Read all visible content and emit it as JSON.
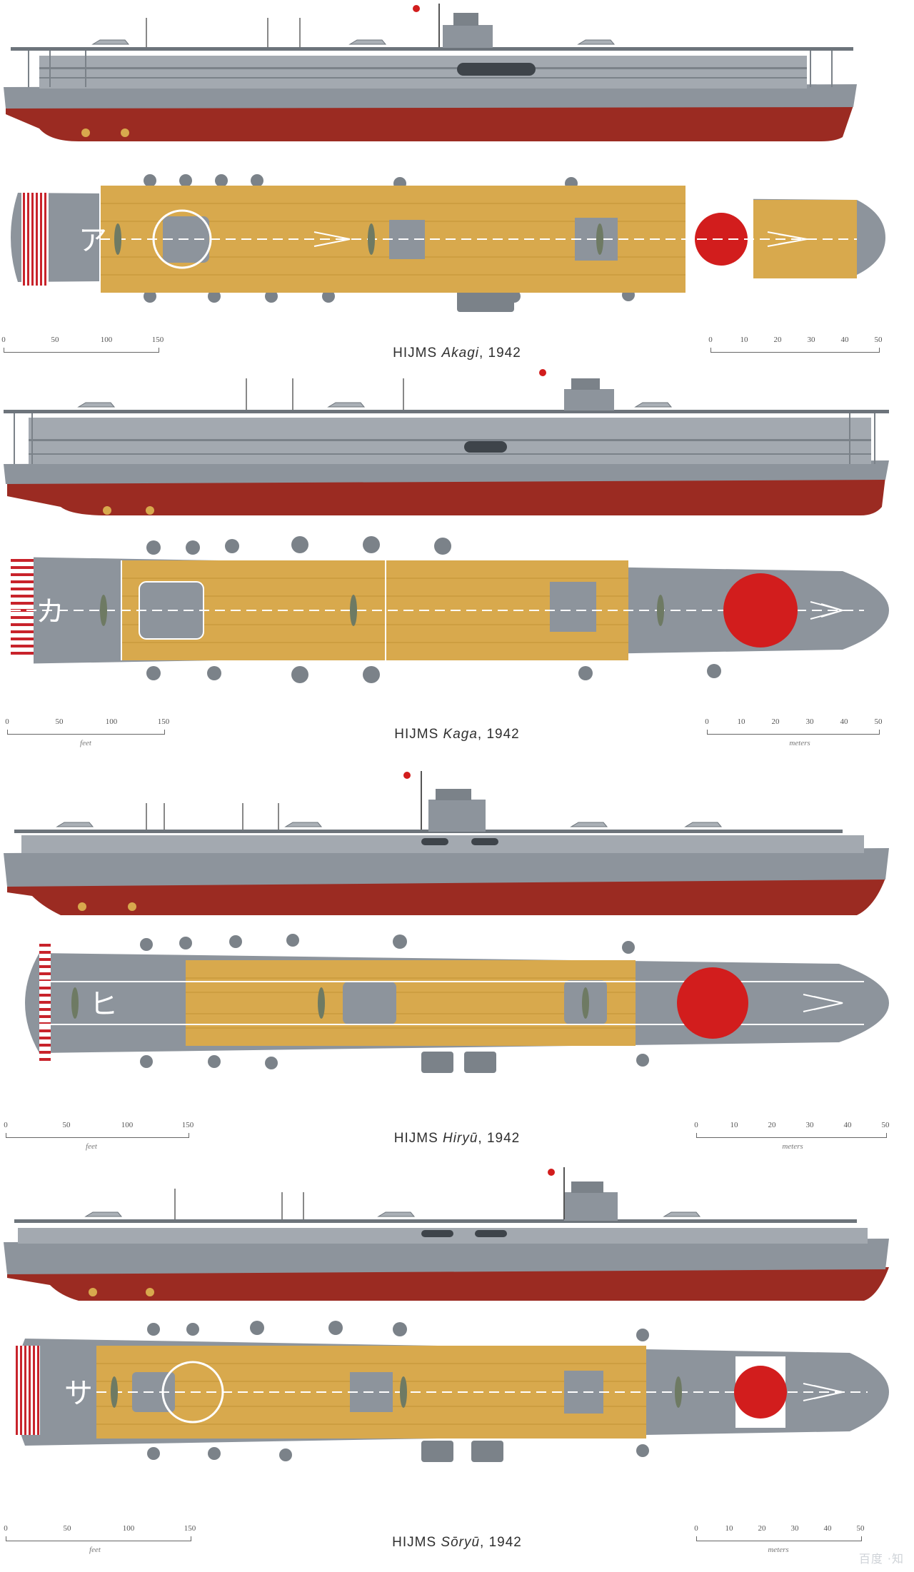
{
  "colors": {
    "hull_grey": "#8d949c",
    "deck_grey": "#a3a9b0",
    "dark_grey": "#5f666e",
    "hull_red": "#9b2b22",
    "flight_deck_wood": "#d8a94d",
    "hinomaru": "#d21d1d",
    "stripe_red": "#c8232b"
  },
  "ships": [
    {
      "prefix": "HIJMS ",
      "name": "Akagi",
      "year": ", 1942",
      "deck_kana": "ア",
      "icons": [
        "ship-profile-icon",
        "flight-deck-plan-icon"
      ],
      "scale_feet": {
        "ticks": [
          "0",
          "50",
          "100",
          "150"
        ],
        "unit": ""
      },
      "scale_meters": {
        "ticks": [
          "0",
          "10",
          "20",
          "30",
          "40",
          "50"
        ],
        "unit": ""
      }
    },
    {
      "prefix": "HIJMS ",
      "name": "Kaga",
      "year": ", 1942",
      "deck_kana": "カ",
      "icons": [
        "ship-profile-icon",
        "flight-deck-plan-icon"
      ],
      "scale_feet": {
        "ticks": [
          "0",
          "50",
          "100",
          "150"
        ],
        "unit": "feet"
      },
      "scale_meters": {
        "ticks": [
          "0",
          "10",
          "20",
          "30",
          "40",
          "50"
        ],
        "unit": "meters"
      }
    },
    {
      "prefix": "HIJMS ",
      "name": "Hiryū",
      "year": ", 1942",
      "deck_kana": "ヒ",
      "icons": [
        "ship-profile-icon",
        "flight-deck-plan-icon"
      ],
      "scale_feet": {
        "ticks": [
          "0",
          "50",
          "100",
          "150"
        ],
        "unit": "feet"
      },
      "scale_meters": {
        "ticks": [
          "0",
          "10",
          "20",
          "30",
          "40",
          "50"
        ],
        "unit": "meters"
      }
    },
    {
      "prefix": "HIJMS ",
      "name": "Sōryū",
      "year": ", 1942",
      "deck_kana": "サ",
      "icons": [
        "ship-profile-icon",
        "flight-deck-plan-icon"
      ],
      "scale_feet": {
        "ticks": [
          "0",
          "50",
          "100",
          "150"
        ],
        "unit": "feet"
      },
      "scale_meters": {
        "ticks": [
          "0",
          "10",
          "20",
          "30",
          "40",
          "50"
        ],
        "unit": "meters"
      }
    }
  ],
  "watermark": "百度 ·知"
}
